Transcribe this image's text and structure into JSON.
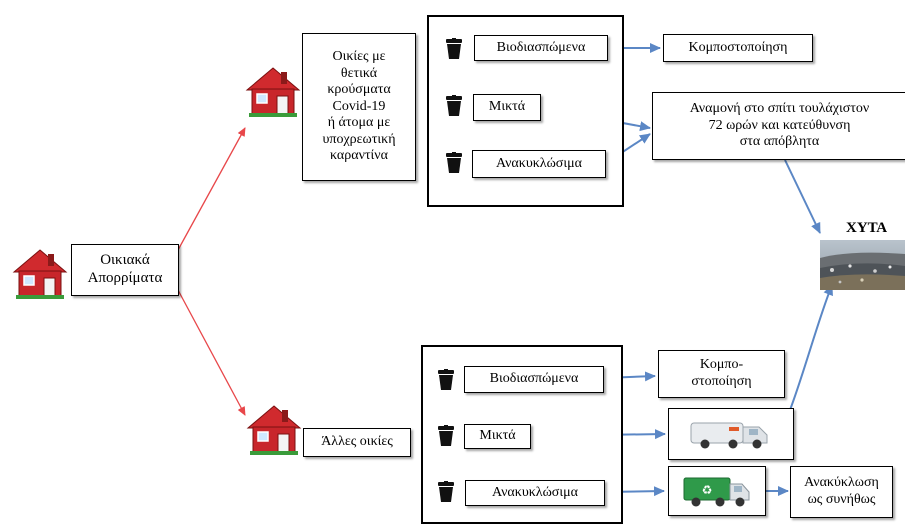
{
  "source": {
    "label": "Οικιακά\nΑπορρίματα"
  },
  "covid_branch": {
    "title": "Οικίες με\nθετικά\nκρούσματα\nCovid-19\nή άτομα με\nυποχρεωτική\nκαραντίνα",
    "bins": [
      {
        "label": "Βιοδιασπώμενα"
      },
      {
        "label": "Μικτά"
      },
      {
        "label": "Ανακυκλώσιμα"
      }
    ],
    "compost": "Κομποστοποίηση",
    "wait": "Αναμονή στο σπίτι τουλάχιστον\n72 ωρών και κατεύθυνση\nστα απόβλητα"
  },
  "other_branch": {
    "title": "Άλλες οικίες",
    "bins": [
      {
        "label": "Βιοδιασπώμενα"
      },
      {
        "label": "Μικτά"
      },
      {
        "label": "Ανακυκλώσιμα"
      }
    ],
    "compost": "Κομπο-\nστοποίηση",
    "recycle": "Ανακύκλωση\nως συνήθως"
  },
  "landfill": {
    "label": "ΧΥΤΑ"
  },
  "colors": {
    "branch_arrow": "#e8474a",
    "flow_arrow": "#5b87c5",
    "house_red": "#c8262b",
    "truck_green": "#2f9a4a"
  }
}
